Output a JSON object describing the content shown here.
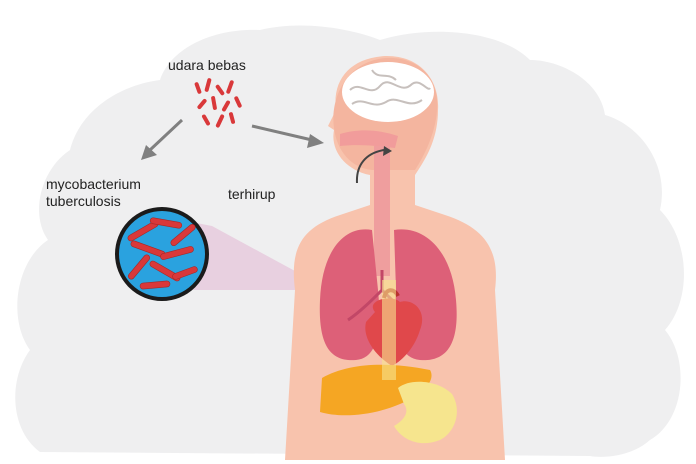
{
  "labels": {
    "free_air": "udara bebas",
    "bacterium_line1": "mycobacterium",
    "bacterium_line2": "tuberculosis",
    "inhaled": "terhirup"
  },
  "colors": {
    "cloud": "#efeff0",
    "skin": "#f8c3ad",
    "lungs": "#dd6078",
    "heart": "#e0484b",
    "liver": "#f5a623",
    "stomach": "#f6e58e",
    "brain": "#ffffff",
    "bacteria": "#d9383a",
    "lens_fill": "#2aa2df",
    "arrow": "#808080",
    "magnifier_beam": "#e6c8dc"
  }
}
